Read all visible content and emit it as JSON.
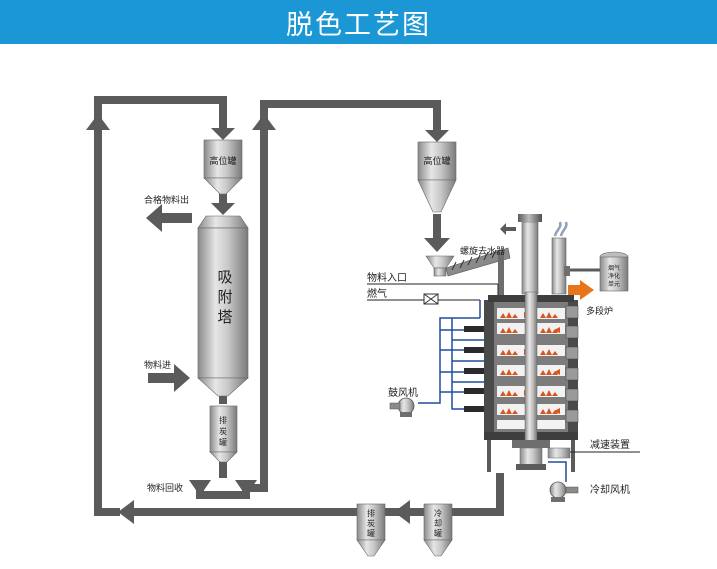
{
  "title": "脱色工艺图",
  "labels": {
    "tank_left": "高位罐",
    "tank_right": "高位罐",
    "tower_1": "吸",
    "tower_2": "附",
    "tower_3": "塔",
    "qualified_out": "合格物料出",
    "material_in": "物料进",
    "carbon_tank_1": "排",
    "carbon_tank_2": "炭",
    "carbon_tank_3": "罐",
    "material_recovery": "物料回收",
    "screw_dewater": "螺旋去水器",
    "material_inlet": "物料入口",
    "fuel_gas": "燃气",
    "flue_gas_1": "烟气",
    "flue_gas_2": "净化",
    "flue_gas_3": "单元",
    "multi_hearth": "多段炉",
    "blower": "鼓风机",
    "reducer": "减速装置",
    "cooling_fan": "冷却风机",
    "bottom_carbon_1": "排",
    "bottom_carbon_2": "炭",
    "bottom_carbon_3": "罐",
    "cool_tank_1": "冷",
    "cool_tank_2": "却",
    "cool_tank_3": "罐"
  },
  "colors": {
    "title_bar": "#1c97d6",
    "pipe": "#5b5b5b",
    "blue_line": "#1d4f9c",
    "orange_arrow": "#e8751a",
    "flame": "#d9541e"
  }
}
